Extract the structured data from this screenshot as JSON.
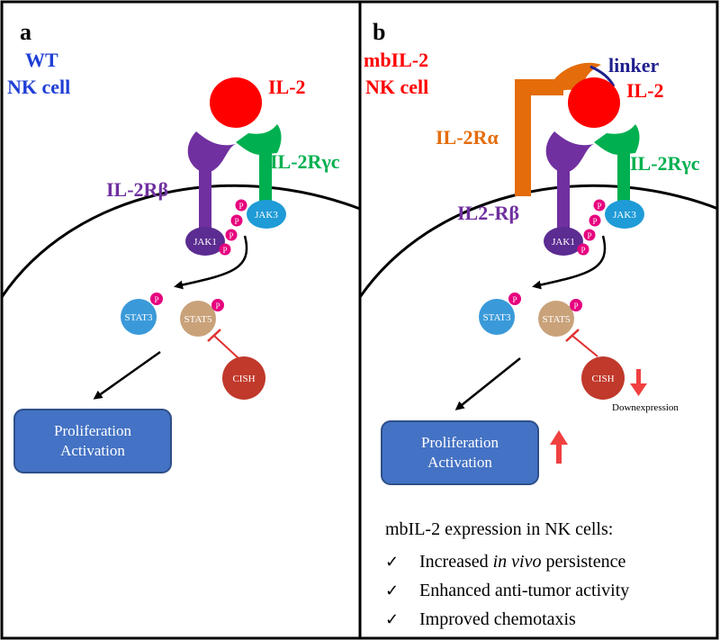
{
  "panel_a": {
    "label": "a",
    "cell_line1": "WT",
    "cell_line2": "NK cell",
    "il2": "IL-2",
    "il2rb": "IL-2Rβ",
    "il2rgc": "IL-2Rγc",
    "jak1": "JAK1",
    "jak3": "JAK3",
    "stat3": "STAT3",
    "stat5": "STAT5",
    "cish": "CISH",
    "p": "P",
    "outcome_line1": "Proliferation",
    "outcome_line2": "Activation"
  },
  "panel_b": {
    "label": "b",
    "cell_line1": "mbIL-2",
    "cell_line2": "NK cell",
    "linker": "linker",
    "il2": "IL-2",
    "il2ra": "IL-2Rα",
    "il2rb": "IL2-Rβ",
    "il2rgc": "IL-2Rγc",
    "jak1": "JAK1",
    "jak3": "JAK3",
    "stat3": "STAT3",
    "stat5": "STAT5",
    "cish": "CISH",
    "downexpression": "Downexpression",
    "p": "P",
    "outcome_line1": "Proliferation",
    "outcome_line2": "Activation",
    "summary_title": "mbIL-2 expression in NK cells:",
    "check": "✓",
    "bullet1_pre": "Increased ",
    "bullet1_em": "in vivo",
    "bullet1_post": " persistence",
    "bullet2": "Enhanced anti-tumor activity",
    "bullet3": "Improved chemotaxis"
  },
  "colors": {
    "il2": "#ff0000",
    "il2rb": "#7030a0",
    "il2rgc": "#00b050",
    "il2ra": "#e46c0a",
    "jak1": "#5b2c91",
    "jak3": "#1f9bd7",
    "phospho": "#e6007e",
    "stat3": "#3a9ad9",
    "stat5": "#c9a27a",
    "cish": "#c0392b",
    "outcome_box": "#4472c4",
    "label_blue": "#1f3fd6",
    "inhibit": "#e03030",
    "up_down_arrow": "#f04040"
  }
}
